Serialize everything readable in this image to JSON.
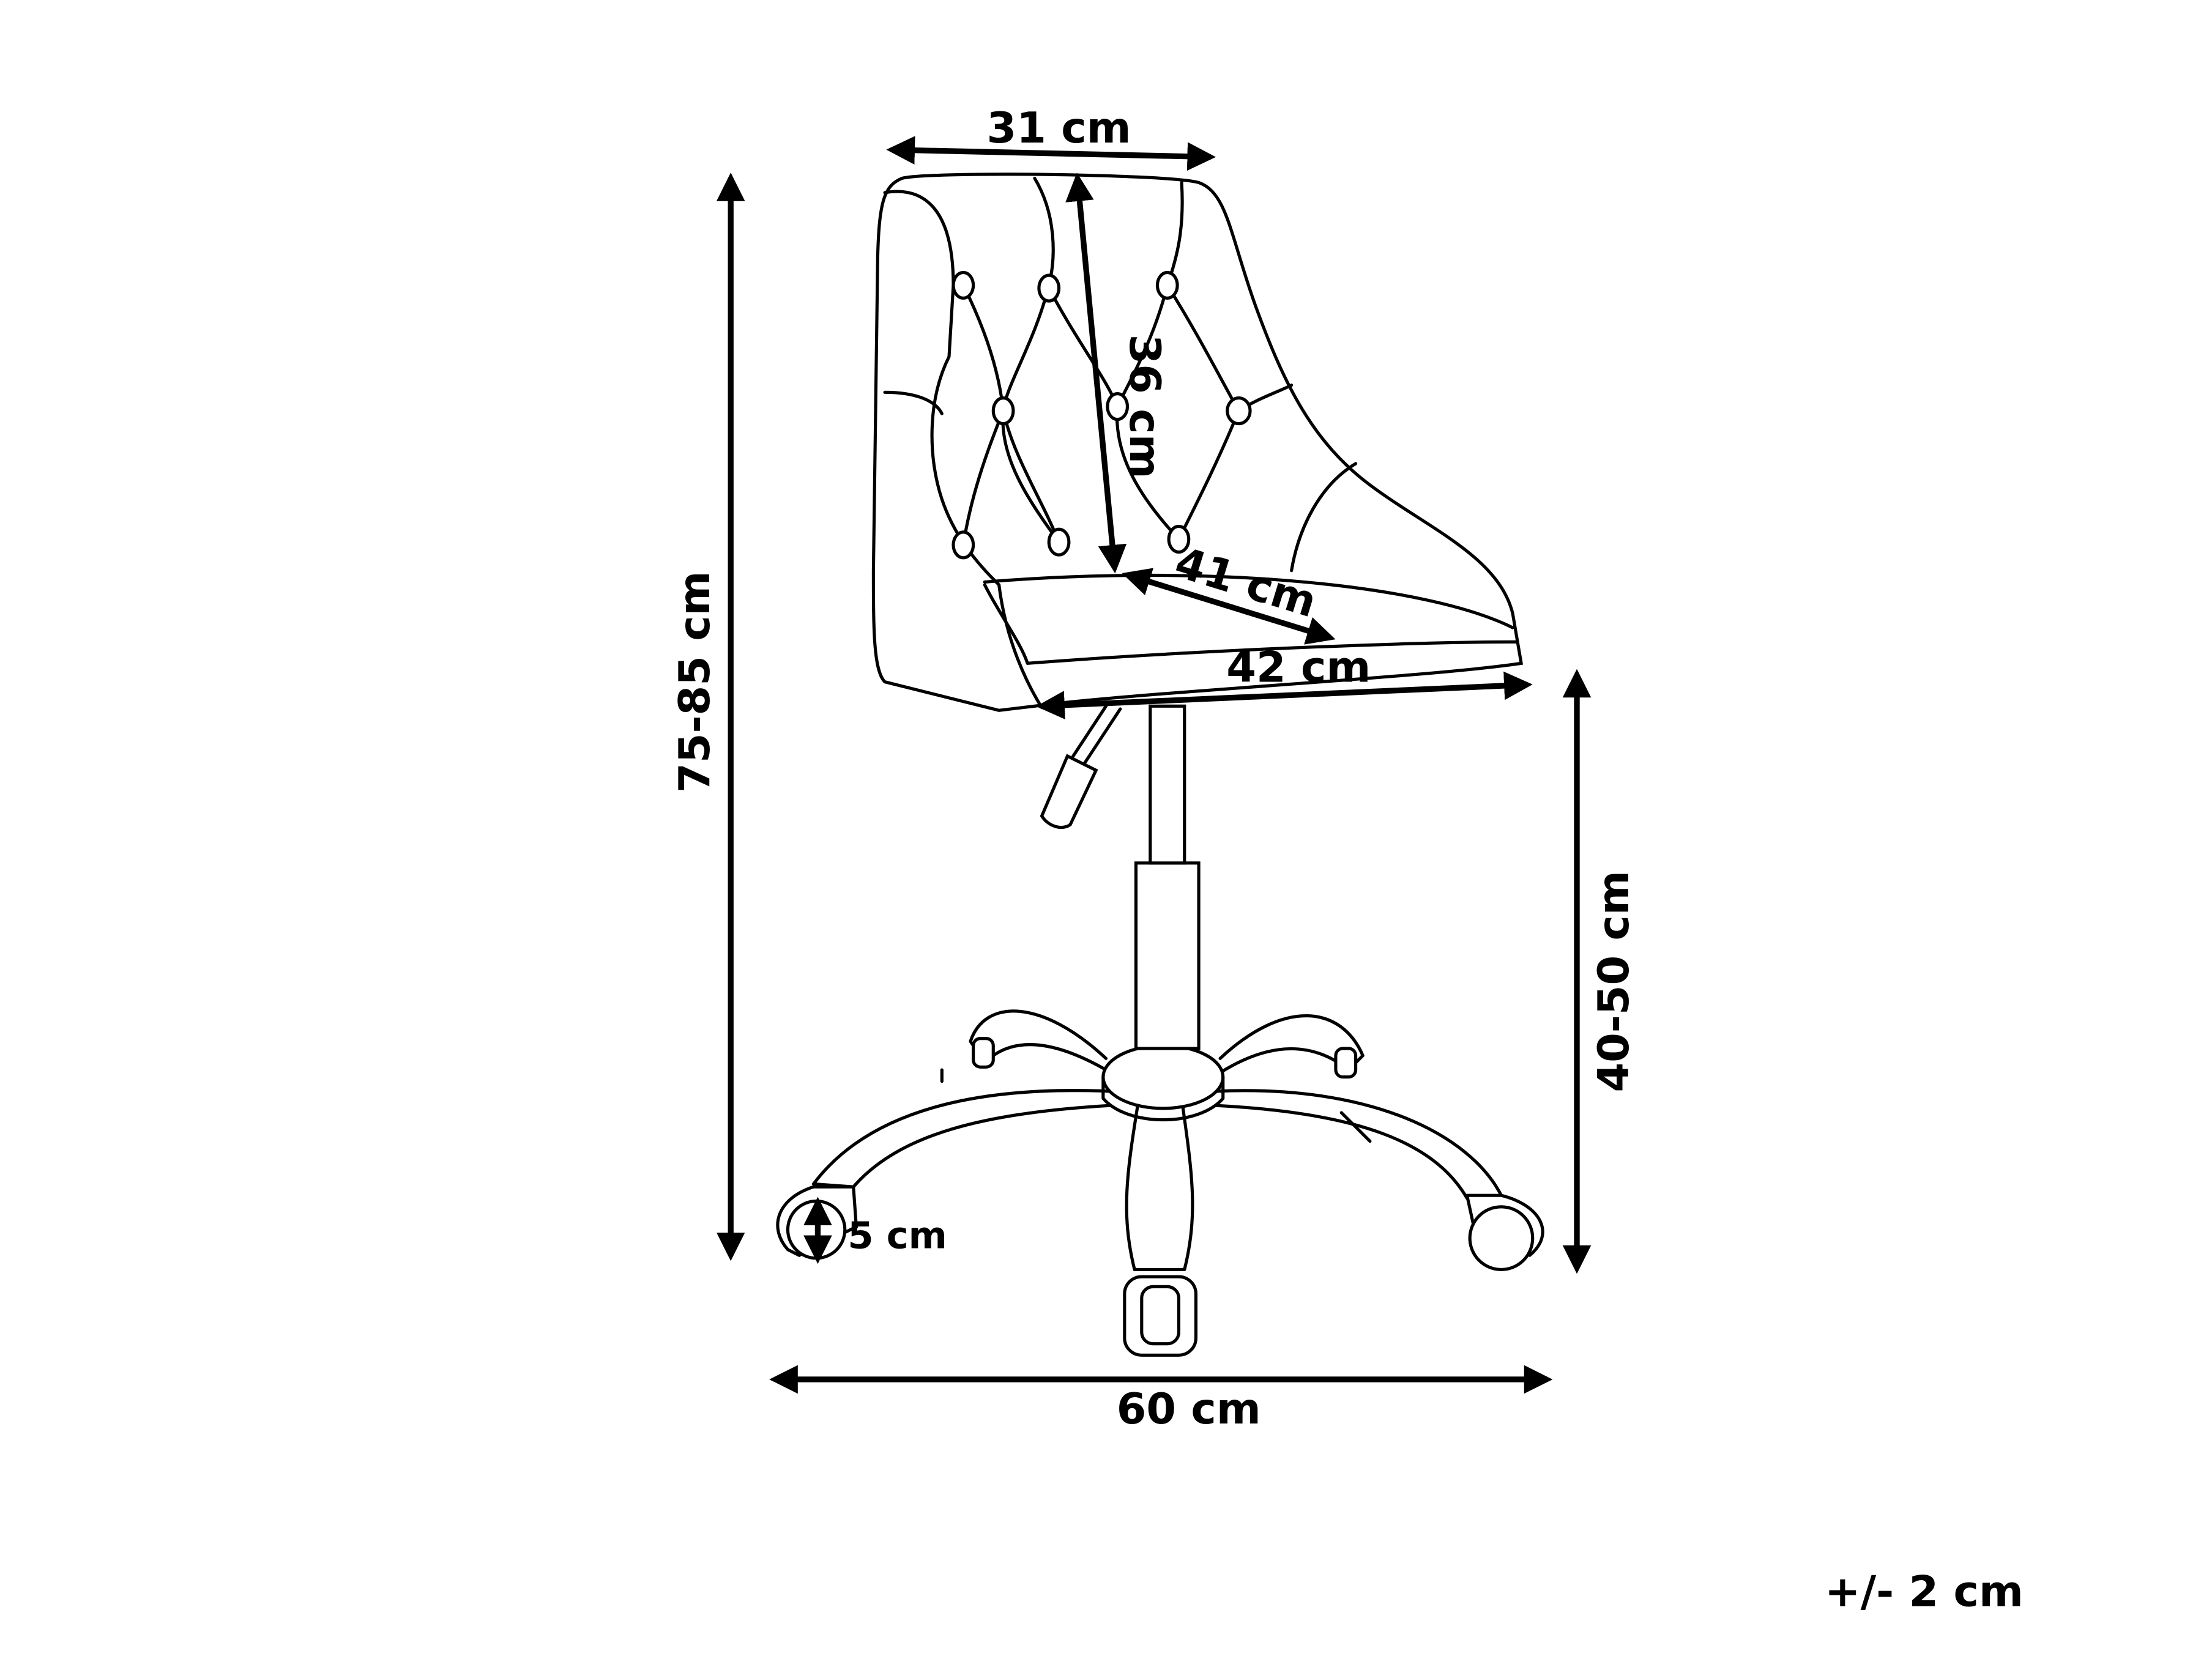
{
  "diagram": {
    "subject": "office-chair",
    "colors": {
      "line": "#000000",
      "background": "#ffffff"
    },
    "dimensions": {
      "backrest_top_width": "31 cm",
      "backrest_height": "36 cm",
      "seat_depth": "41 cm",
      "seat_width": "42 cm",
      "total_height": "75-85 cm",
      "seat_height": "40-50 cm",
      "base_width": "60 cm",
      "wheel_height": "5 cm"
    },
    "tolerance": "+/- 2 cm"
  }
}
